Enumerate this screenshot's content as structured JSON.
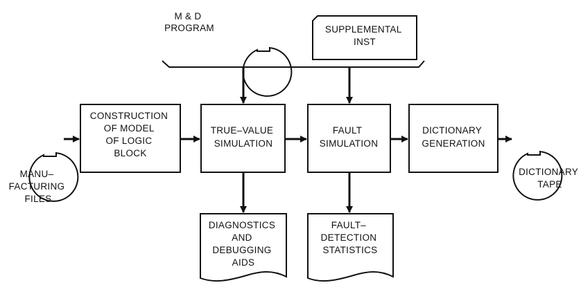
{
  "diagram": {
    "md_program": {
      "lines": [
        "M & D",
        "PROGRAM"
      ]
    },
    "supplemental_inst": {
      "lines": [
        "SUPPLEMENTAL",
        "INST"
      ]
    },
    "manufacturing_files": {
      "lines": [
        "MANU–",
        "FACTURING",
        "FILES"
      ]
    },
    "construction": {
      "lines": [
        "CONSTRUCTION",
        "OF MODEL",
        "OF LOGIC",
        "BLOCK"
      ]
    },
    "true_value": {
      "lines": [
        "TRUE–VALUE",
        "SIMULATION"
      ]
    },
    "fault_sim": {
      "lines": [
        "FAULT",
        "SIMULATION"
      ]
    },
    "dictionary_gen": {
      "lines": [
        "DICTIONARY",
        "GENERATION"
      ]
    },
    "dictionary_tape": {
      "lines": [
        "DICTIONARY",
        "TAPE"
      ]
    },
    "diagnostics": {
      "lines": [
        "DIAGNOSTICS",
        "AND",
        "DEBUGGING",
        "AIDS"
      ]
    },
    "fault_detection": {
      "lines": [
        "FAULT–",
        "DETECTION",
        "STATISTICS"
      ]
    }
  }
}
